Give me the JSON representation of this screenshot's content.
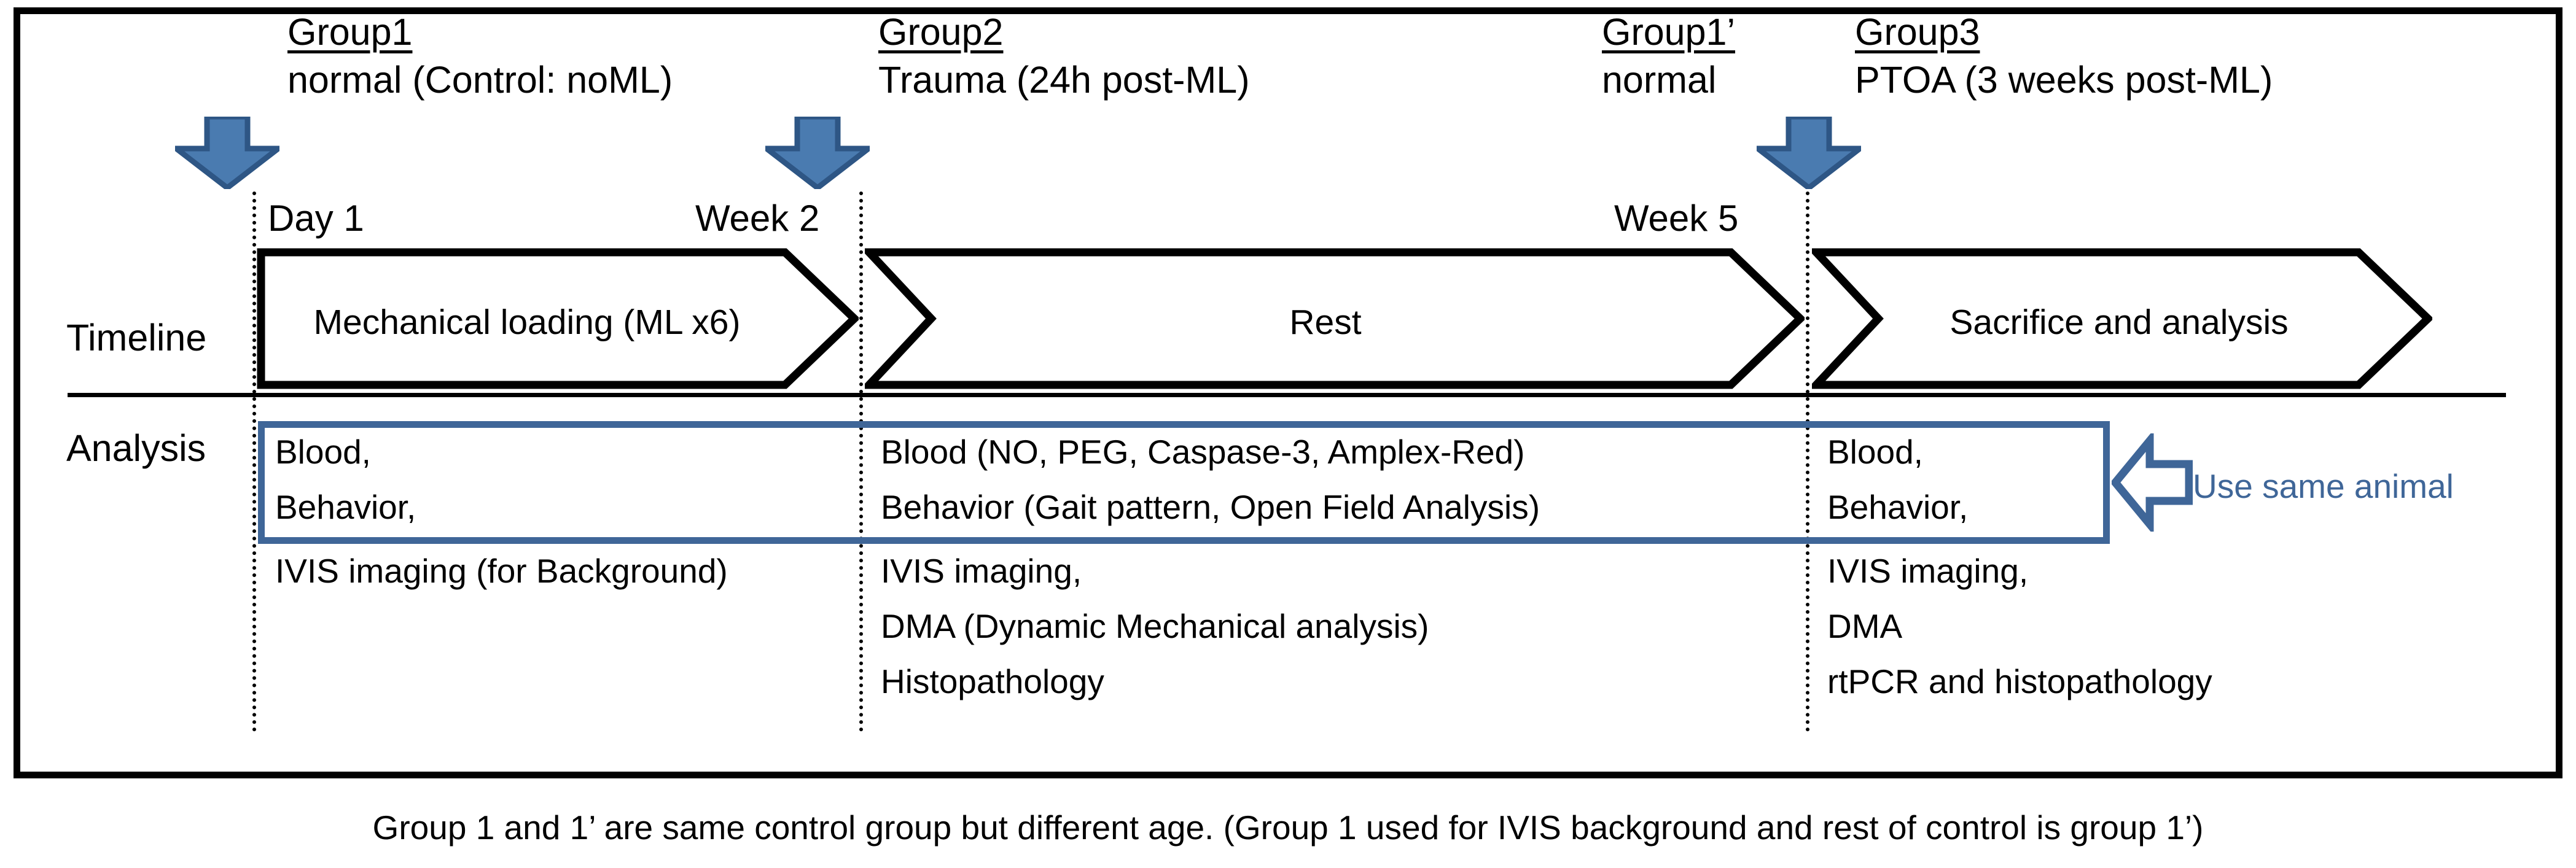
{
  "figure": {
    "caption": "Group 1 and 1’ are same control group but different age. (Group 1 used for IVIS background and rest of control is group 1’)",
    "row_labels": {
      "timeline": "Timeline",
      "analysis": "Analysis"
    }
  },
  "colors": {
    "arrow_fill": "#4A7BB0",
    "arrow_stroke": "#2E5685",
    "highlight_border": "#3F6698",
    "annotation_text": "#3F6698",
    "frame": "#000000",
    "text": "#000000"
  },
  "groups": [
    {
      "id": "group1",
      "name": "Group1",
      "description": "normal (Control: noML)"
    },
    {
      "id": "group2",
      "name": "Group2",
      "description": "Trauma (24h post-ML)"
    },
    {
      "id": "group1prime",
      "name": "Group1’",
      "description": "normal"
    },
    {
      "id": "group3",
      "name": "Group3",
      "description": "PTOA (3 weeks post-ML)"
    }
  ],
  "time_markers": [
    {
      "id": "day1",
      "label": "Day 1"
    },
    {
      "id": "week2",
      "label": "Week 2"
    },
    {
      "id": "week5",
      "label": "Week 5"
    }
  ],
  "timeline_phases": [
    {
      "id": "loading",
      "label": "Mechanical loading (ML x6)"
    },
    {
      "id": "rest",
      "label": "Rest"
    },
    {
      "id": "sacrifice",
      "label": "Sacrifice and analysis"
    }
  ],
  "analysis_columns": [
    {
      "id": "col-group1",
      "highlighted_lines": [
        "Blood,",
        "Behavior,"
      ],
      "lines": [
        "IVIS imaging (for Background)"
      ]
    },
    {
      "id": "col-group2",
      "highlighted_lines": [
        "Blood (NO, PEG, Caspase-3, Amplex-Red)",
        "Behavior (Gait pattern, Open Field Analysis)"
      ],
      "lines": [
        "IVIS imaging,",
        "DMA (Dynamic Mechanical analysis)",
        "Histopathology"
      ]
    },
    {
      "id": "col-group3",
      "highlighted_lines": [
        "Blood,",
        "Behavior,"
      ],
      "lines": [
        "IVIS imaging,",
        "DMA",
        "rtPCR and histopathology"
      ]
    }
  ],
  "annotation": {
    "use_same_animal": "Use same animal"
  }
}
